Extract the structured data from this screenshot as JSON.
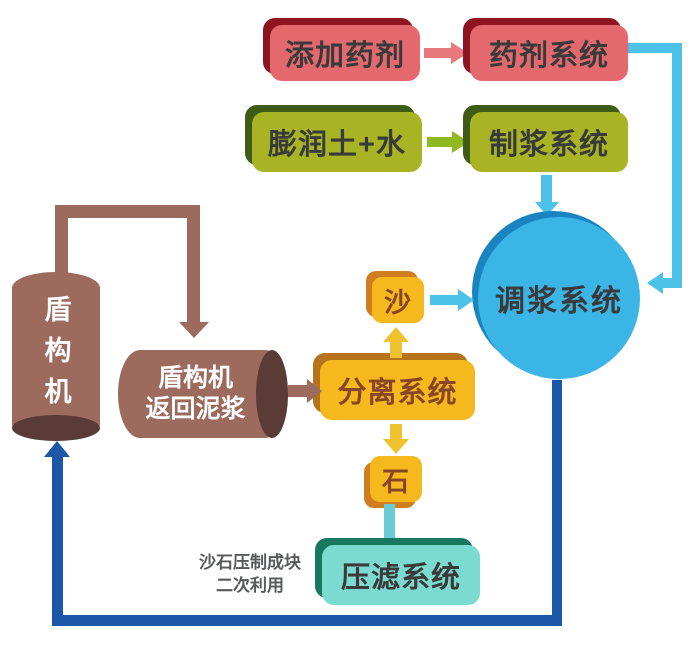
{
  "diagram": {
    "type": "flowchart",
    "subject": "shield tunneling machine slurry treatment system"
  },
  "nodes": {
    "add_agent": {
      "label": "添加药剂"
    },
    "agent_system": {
      "label": "药剂系统"
    },
    "bentonite_water": {
      "label": "膨润土+水"
    },
    "slurry_making_system": {
      "label": "制浆系统"
    },
    "slurry_mixing_system": {
      "label": "调浆系统"
    },
    "sand": {
      "label": "沙"
    },
    "separation_system": {
      "label": "分离系统"
    },
    "stone": {
      "label": "石"
    },
    "filter_press_system": {
      "label": "压滤系统"
    },
    "shield_machine": {
      "label": "盾构机"
    },
    "shield_return_slurry": {
      "label_line1": "盾构机",
      "label_line2": "返回泥浆"
    }
  },
  "caption": {
    "line1": "沙石压制成块",
    "line2": "二次利用"
  },
  "colors": {
    "red_fill": "#e4696e",
    "red_shadow": "#8e1420",
    "salmon_arrow": "#e8797c",
    "green_fill": "#a9b424",
    "green_shadow": "#3e5c15",
    "green_arrow": "#90b823",
    "cyan_arrow": "#4cc2e9",
    "teal_arrow": "#68cdd5",
    "yellow_fill": "#f5b91d",
    "yellow_shadow": "#b5741c",
    "yellow_small_shadow": "#cf7d1e",
    "yellow_arrow": "#efc230",
    "brown_text": "#8a4526",
    "teal_fill": "#7cdbd1",
    "teal_shadow": "#17785f",
    "circle_fill": "#3ab5e6",
    "circle_rim": "#1a84c0",
    "blue_dark": "#1d57a8",
    "brown": "#9c6b5e",
    "brown_dark": "#5b3b35",
    "label_dark": "#3a3a3a",
    "caption_gray": "#58595b"
  }
}
